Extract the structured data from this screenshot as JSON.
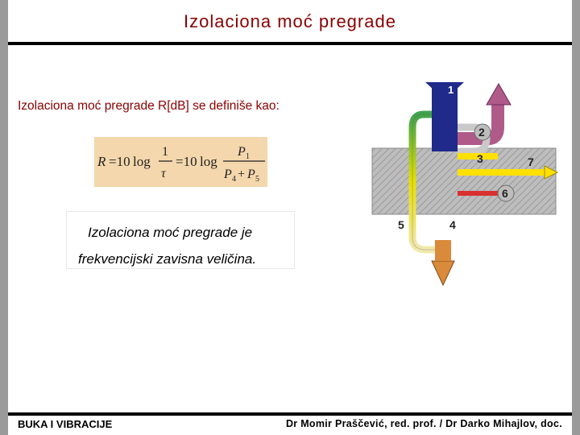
{
  "slide": {
    "title": "Izolaciona moć pregrade",
    "definition": "Izolaciona moć pregrade R[dB] se definiše kao:",
    "note_line1": "Izolaciona moć pregrade je",
    "note_line2": "frekvencijski zavisna veličina."
  },
  "formula": {
    "text": "R = 10 log (1/τ) = 10 log (P1 / (P4 + P5))"
  },
  "diagram": {
    "labels": [
      "1",
      "2",
      "3",
      "4",
      "5",
      "6",
      "7"
    ]
  },
  "footer": {
    "left": "BUKA I VIBRACIJE",
    "right": "Dr Momir Praščević, red. prof. / Dr Darko Mihajlov, doc."
  },
  "colors": {
    "title": "#8b0000",
    "incident": "#1f2a8a",
    "reflected": "#b05a8a",
    "absorbed": "#c9c9c9",
    "flanking": "#ffe000",
    "wall": "#b9b9b9",
    "transmitted": "#c87a3a"
  }
}
